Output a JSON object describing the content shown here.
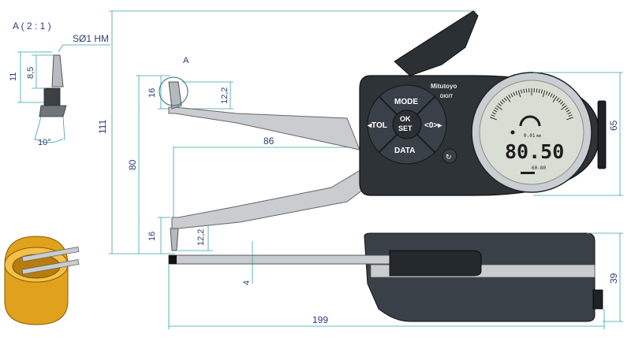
{
  "detail": {
    "title": "A ( 2 : 1 )",
    "tip_note": "SØ1 HM",
    "dim_height": "11",
    "dim_tip": "8,5",
    "dim_angle": "10°",
    "callout": "A"
  },
  "dimensions": {
    "overall_height": "111",
    "arm_height": "80",
    "upper_tip": "16",
    "upper_tip_h": "12,2",
    "reach": "86",
    "lower_tip": "16",
    "lower_tip_h": "12,2",
    "dial_height": "65",
    "thickness": "4",
    "body_depth": "39",
    "overall_length": "199"
  },
  "gauge": {
    "brand": "Mitutoyo",
    "sub_brand": "DIGIT",
    "buttons": {
      "mode": "MODE",
      "ok_set": "OK\nSET",
      "ok": "OK",
      "set": "SET",
      "tol": "◂TOL",
      "zero": "<0>▸",
      "data": "DATA"
    },
    "display": {
      "reading": "80.50",
      "resolution": "0.01",
      "unit": "mm",
      "range": "60-80"
    }
  },
  "colors": {
    "body": "#2e3338",
    "body_light": "#4d555d",
    "arm": "#c9cdd0",
    "lcd": "#d9ded4",
    "dim_text": "#2d3f73",
    "dim_line": "#3aa0a8",
    "gold": "#e0a21c"
  }
}
